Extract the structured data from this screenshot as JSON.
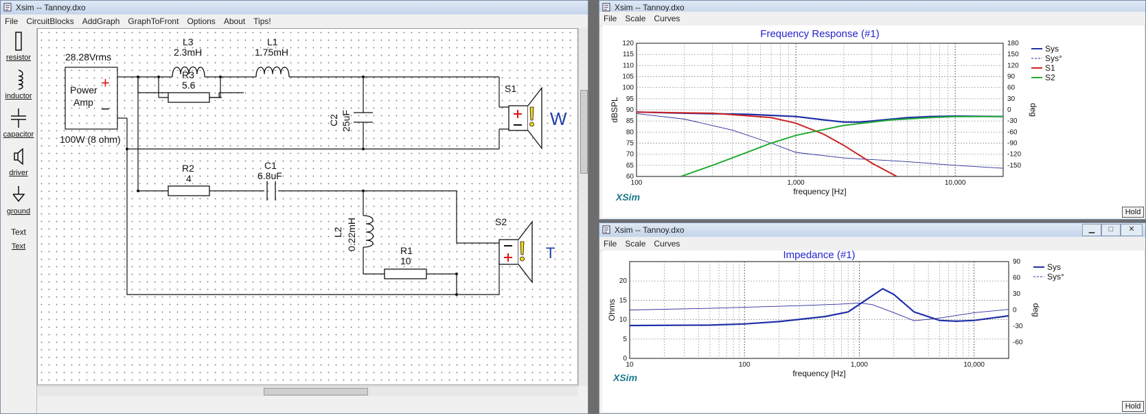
{
  "main_window": {
    "title": "Xsim -- Tannoy.dxo",
    "menu": [
      "File",
      "CircuitBlocks",
      "AddGraph",
      "GraphToFront",
      "Options",
      "About",
      "Tips!"
    ],
    "palette": [
      {
        "label": "resistor",
        "icon": "resistor-icon"
      },
      {
        "label": "inductor",
        "icon": "inductor-icon"
      },
      {
        "label": "capacitor",
        "icon": "capacitor-icon"
      },
      {
        "label": "driver",
        "icon": "driver-icon"
      },
      {
        "label": "ground",
        "icon": "ground-icon"
      },
      {
        "label": "Text",
        "icon": "text-icon",
        "preview": "Text"
      }
    ],
    "circuit": {
      "source_voltage": "28.28Vrms",
      "amp_label_1": "Power",
      "amp_label_2": "Amp",
      "amp_rating": "100W (8 ohm)",
      "L3": {
        "name": "L3",
        "value": "2.3mH"
      },
      "L1": {
        "name": "L1",
        "value": "1.75mH"
      },
      "R3": {
        "name": "R3",
        "value": "5.6"
      },
      "C2": {
        "name": "C2",
        "value": "25uF"
      },
      "S1": {
        "name": "S1",
        "tag": "W"
      },
      "R2": {
        "name": "R2",
        "value": "4"
      },
      "C1": {
        "name": "C1",
        "value": "6.8uF"
      },
      "L2": {
        "name": "L2",
        "value": "0.22mH"
      },
      "R1": {
        "name": "R1",
        "value": "10"
      },
      "S2": {
        "name": "S2",
        "tag": "T"
      },
      "plus": "+",
      "minus": "−"
    }
  },
  "freq_window": {
    "title": "Xsim -- Tannoy.dxo",
    "menu": [
      "File",
      "Scale",
      "Curves"
    ],
    "hold": "Hold",
    "brand": "XSim",
    "chart_data": {
      "type": "line",
      "title": "Frequency Response (#1)",
      "xlabel": "frequency [Hz]",
      "ylabel": "dBSPL",
      "y2label": "deg",
      "xscale": "log",
      "xlim": [
        100,
        20000
      ],
      "ylim": [
        60,
        120
      ],
      "y2lim": [
        -180,
        180
      ],
      "x_ticks": [
        "100",
        "1,000",
        "10,000"
      ],
      "y_ticks": [
        "120",
        "115",
        "110",
        "105",
        "100",
        "95",
        "90",
        "85",
        "80",
        "75",
        "70",
        "65",
        "60"
      ],
      "y2_ticks": [
        "180",
        "150",
        "120",
        "90",
        "60",
        "30",
        "0",
        "-30",
        "-60",
        "-90",
        "-120",
        "-150"
      ],
      "grid": true,
      "legend_position": "right",
      "series": [
        {
          "name": "Sys",
          "color": "#1f2fa8",
          "axis": "left",
          "style": "solid-thick",
          "x": [
            100,
            200,
            500,
            1000,
            1500,
            2000,
            2500,
            3000,
            5000,
            7000,
            10000,
            20000
          ],
          "y": [
            89,
            88.5,
            88,
            87,
            85.5,
            84.5,
            84.5,
            85,
            86.5,
            87,
            87.2,
            87
          ]
        },
        {
          "name": "Sys°",
          "color": "#2a2a9a",
          "axis": "right",
          "style": "dashed-thin",
          "x": [
            100,
            200,
            400,
            700,
            1000,
            2000,
            5000,
            10000,
            20000
          ],
          "y": [
            -10,
            -25,
            -55,
            -90,
            -115,
            -130,
            -140,
            -150,
            -158
          ]
        },
        {
          "name": "S1",
          "color": "#cc2222",
          "axis": "left",
          "style": "solid",
          "x": [
            100,
            300,
            700,
            1000,
            1500,
            2000,
            3000,
            4300
          ],
          "y": [
            89,
            88.5,
            86.5,
            84,
            79,
            74,
            66,
            60
          ]
        },
        {
          "name": "S2",
          "color": "#22aa33",
          "axis": "left",
          "style": "solid",
          "x": [
            190,
            300,
            500,
            700,
            1000,
            2000,
            4000,
            7000,
            10000,
            20000
          ],
          "y": [
            60,
            65,
            71,
            75,
            78.5,
            83,
            85.5,
            86.5,
            87,
            87
          ]
        }
      ]
    }
  },
  "imp_window": {
    "title": "Xsim -- Tannoy.dxo",
    "menu": [
      "File",
      "Scale",
      "Curves"
    ],
    "hold": "Hold",
    "brand": "XSim",
    "chart_data": {
      "type": "line",
      "title": "Impedance (#1)",
      "xlabel": "frequency [Hz]",
      "ylabel": "Ohms",
      "y2label": "deg",
      "xscale": "log",
      "xlim": [
        10,
        20000
      ],
      "ylim": [
        0,
        25
      ],
      "y2lim": [
        -90,
        90
      ],
      "x_ticks": [
        "10",
        "100",
        "1,000",
        "10,000"
      ],
      "y_ticks": [
        "20",
        "15",
        "10",
        "5",
        "0"
      ],
      "y2_ticks": [
        "90",
        "60",
        "30",
        "0",
        "-30",
        "-60"
      ],
      "grid": true,
      "legend_position": "right",
      "series": [
        {
          "name": "Sys",
          "color": "#1f2fa8",
          "axis": "left",
          "style": "solid-thick",
          "x": [
            10,
            50,
            100,
            200,
            500,
            800,
            1200,
            1600,
            2000,
            3000,
            5000,
            7000,
            10000,
            20000
          ],
          "y": [
            8.5,
            8.6,
            8.9,
            9.5,
            10.8,
            12,
            15.5,
            18,
            16.5,
            12,
            9.8,
            9.6,
            9.8,
            11
          ]
        },
        {
          "name": "Sys°",
          "color": "#2a2a9a",
          "axis": "right",
          "style": "dashed-thin",
          "x": [
            10,
            50,
            100,
            300,
            700,
            1000,
            1300,
            2000,
            3000,
            5000,
            10000,
            20000
          ],
          "y": [
            0,
            3,
            5,
            8,
            11,
            13,
            10,
            -5,
            -20,
            -15,
            -5,
            1
          ]
        }
      ]
    }
  }
}
